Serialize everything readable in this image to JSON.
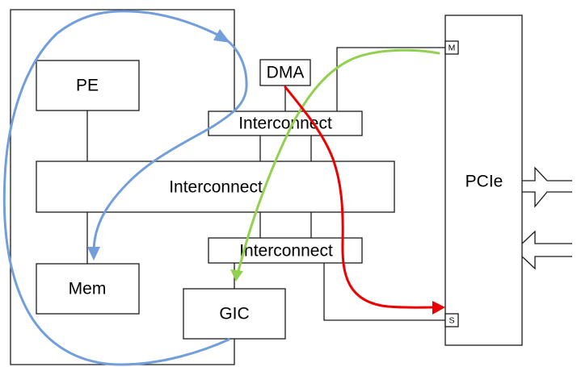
{
  "diagram": {
    "blocks": {
      "pe": {
        "label": "PE"
      },
      "mem": {
        "label": "Mem"
      },
      "gic": {
        "label": "GIC"
      },
      "dma": {
        "label": "DMA"
      },
      "pcie": {
        "label": "PCIe"
      },
      "interconnect_main": {
        "label": "Interconnect"
      },
      "interconnect_top": {
        "label": "Interconnect"
      },
      "interconnect_bottom": {
        "label": "Interconnect"
      }
    },
    "ports": {
      "pcie_master": {
        "label": "M"
      },
      "pcie_slave": {
        "label": "S"
      }
    },
    "external_links": [
      {
        "direction": "outgoing"
      },
      {
        "direction": "incoming"
      }
    ],
    "flows": [
      {
        "id": "blue",
        "color": "#729fdb",
        "from": "GIC",
        "to": "Mem"
      },
      {
        "id": "green",
        "color": "#92d050",
        "from": "PCIe M",
        "to": "GIC"
      },
      {
        "id": "red",
        "color": "#ee0000",
        "from": "DMA",
        "to": "PCIe S"
      }
    ]
  }
}
